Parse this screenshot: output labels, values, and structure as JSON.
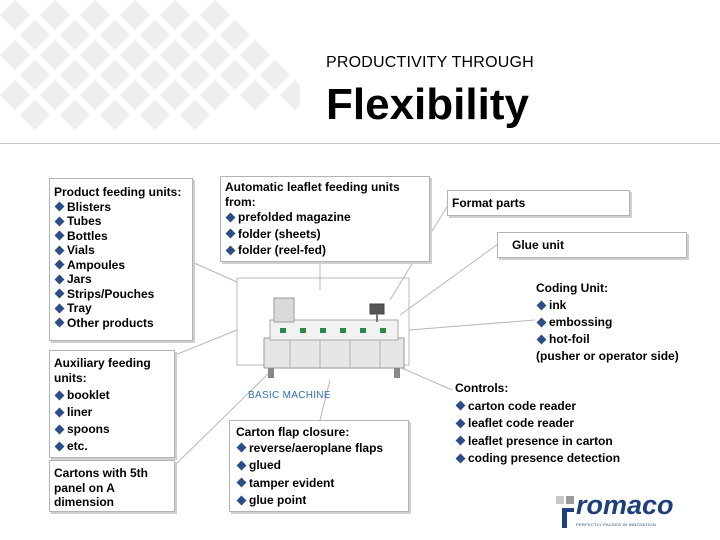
{
  "header": {
    "subtitle": "PRODUCTIVITY THROUGH",
    "title": "Flexibility"
  },
  "product_feeding": {
    "heading": "Product feeding units:",
    "items": [
      "Blisters",
      "Tubes",
      "Bottles",
      "Vials",
      "Ampoules",
      "Jars",
      "Strips/Pouches",
      "Tray",
      "Other products"
    ]
  },
  "auxiliary_feeding": {
    "heading_line1": "Auxiliary feeding",
    "heading_line2": "units:",
    "items": [
      "booklet",
      "liner",
      "spoons",
      "etc."
    ]
  },
  "cartons": {
    "line1": "Cartons with 5th",
    "line2": "panel on A",
    "line3": "dimension"
  },
  "leaflet_feeding": {
    "heading_line1": "Automatic leaflet feeding units",
    "heading_line2": "from:",
    "items": [
      "prefolded magazine",
      "folder (sheets)",
      "folder (reel-fed)"
    ]
  },
  "machine": {
    "label": "BASIC MACHINE"
  },
  "carton_flap": {
    "heading": "Carton flap closure:",
    "items": [
      "reverse/aeroplane flaps",
      "glued",
      "tamper evident",
      "glue point"
    ]
  },
  "format_parts": {
    "label": "Format parts"
  },
  "glue_unit": {
    "label": "Glue unit"
  },
  "coding_unit": {
    "heading": "Coding Unit:",
    "items": [
      "ink",
      "embossing",
      "hot-foil"
    ],
    "note": "(pusher or operator side)"
  },
  "controls": {
    "heading": "Controls:",
    "items": [
      "carton code reader",
      "leaflet code reader",
      "leaflet presence in carton",
      "coding presence detection"
    ]
  },
  "logo": {
    "name": "romaco",
    "tagline": "PERFECTLY PACKED IN INNOVATION"
  },
  "colors": {
    "bullet": "#2b4e86",
    "machine_label": "#2f6fb5",
    "logo": "#1e3f7c"
  }
}
